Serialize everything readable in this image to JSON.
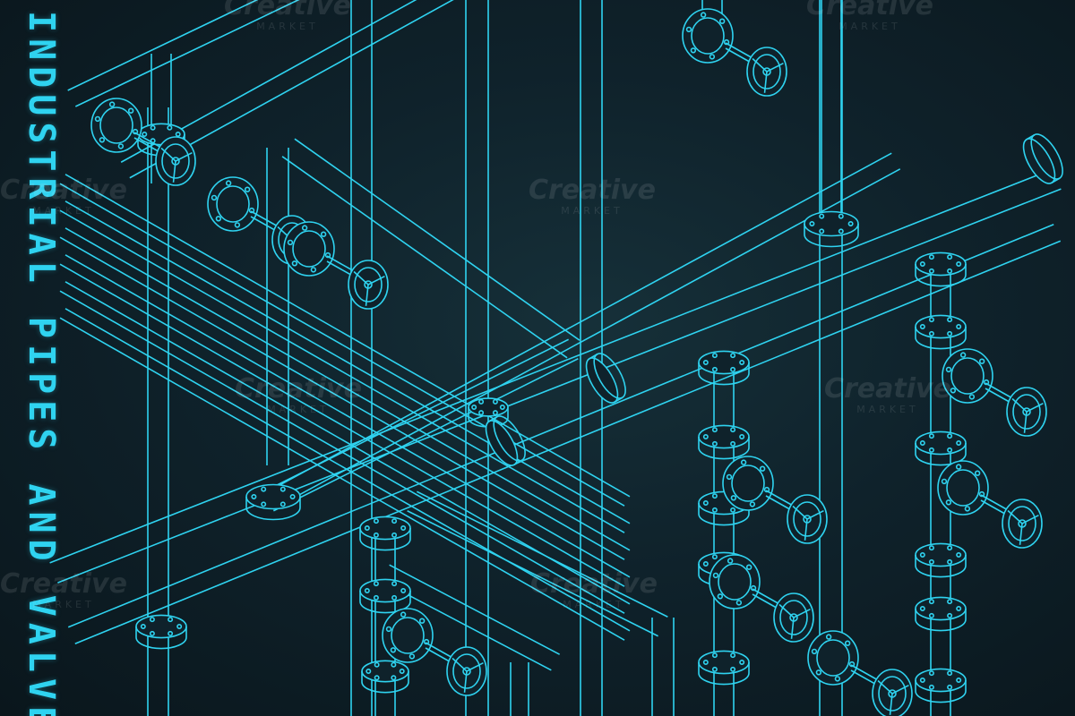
{
  "title": "INDUSTRIAL PIPES AND VALVES",
  "watermark": {
    "brand": "Creative",
    "sub": "MARKET"
  },
  "colors": {
    "line": "#2fd3f0",
    "background": "#0f222b"
  }
}
